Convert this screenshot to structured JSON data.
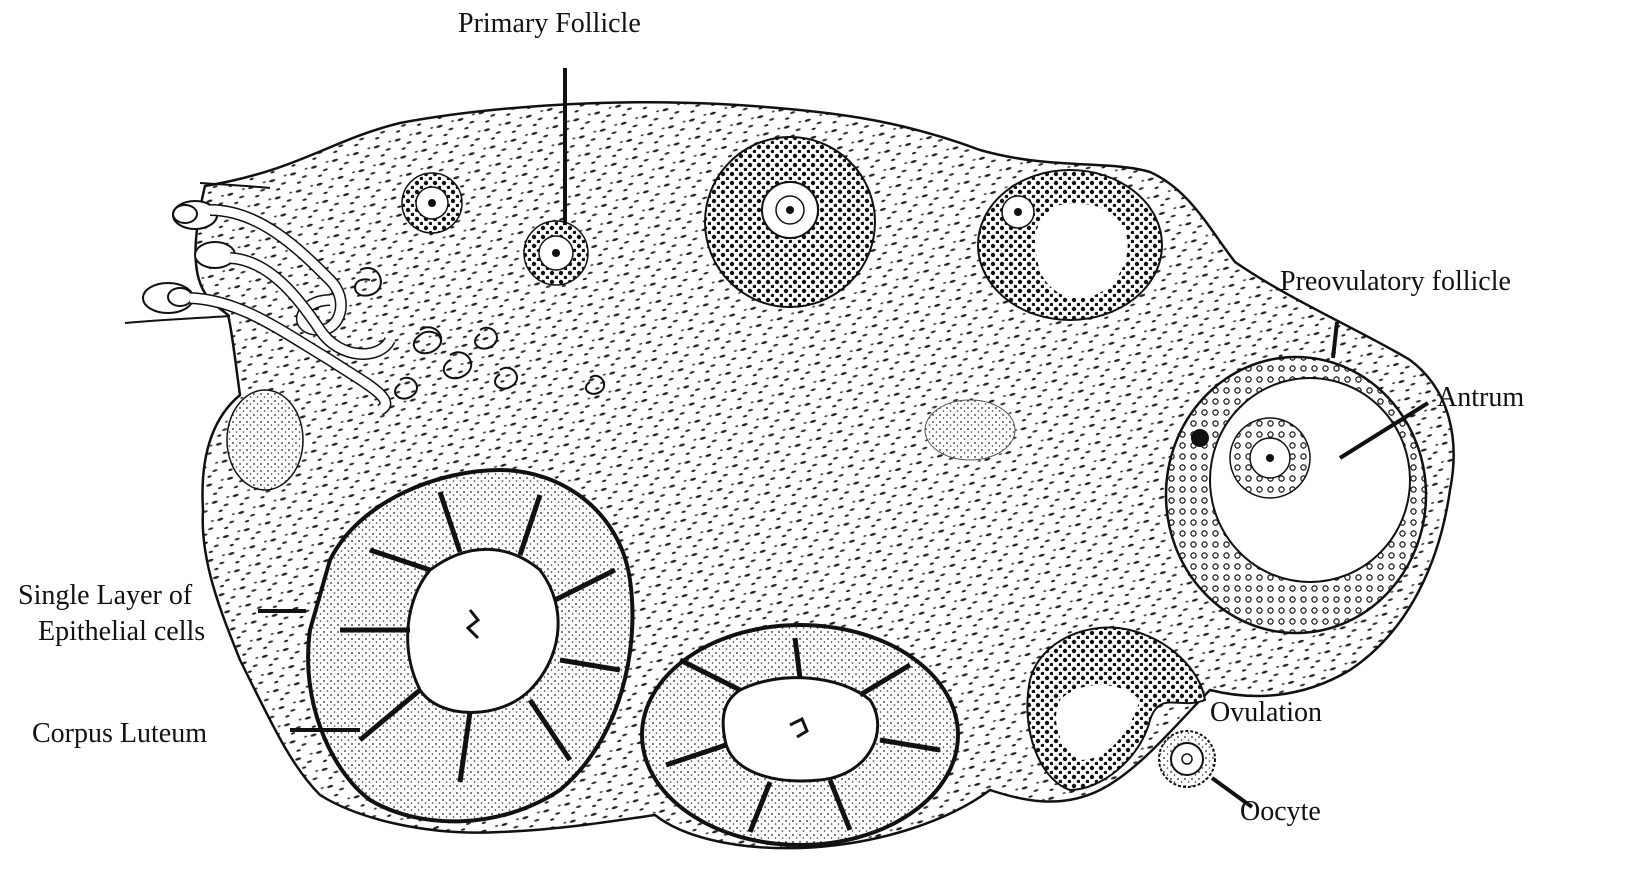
{
  "diagram": {
    "labels": {
      "primary_follicle": "Primary Follicle",
      "preovulatory_follicle": "Preovulatory follicle",
      "antrum": "Antrum",
      "single_layer_line1": "Single Layer of",
      "single_layer_line2": "Epithelial cells",
      "corpus_luteum": "Corpus Luteum",
      "ovulation": "Ovulation",
      "oocyte": "Oocyte"
    }
  },
  "colors": {
    "ink": "#111111",
    "paper": "#ffffff",
    "stroma": "#3a3a3a"
  }
}
